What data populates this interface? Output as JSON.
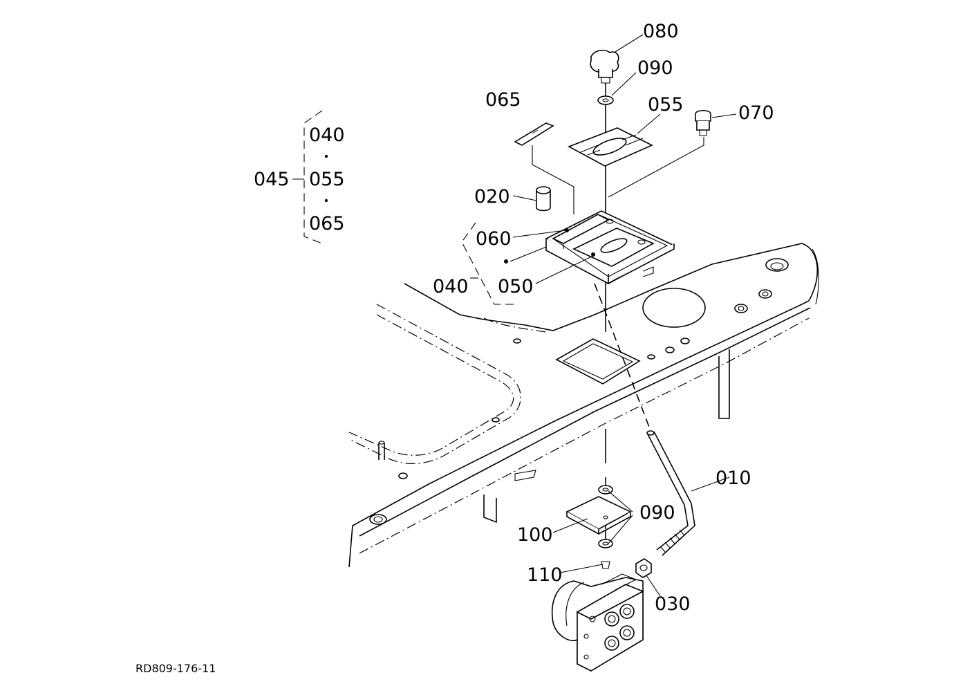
{
  "drawing_code": "RD809-176-11",
  "callouts": {
    "p010": "010",
    "p020": "020",
    "p030": "030",
    "p040": "040",
    "p050": "050",
    "p055": "055",
    "p060": "060",
    "p065": "065",
    "p070": "070",
    "p080": "080",
    "p090_top": "090",
    "p090_bottom": "090",
    "p100": "100",
    "p110": "110"
  },
  "assembly_group": {
    "parent": "045",
    "members": [
      "040",
      "055",
      "065"
    ]
  }
}
